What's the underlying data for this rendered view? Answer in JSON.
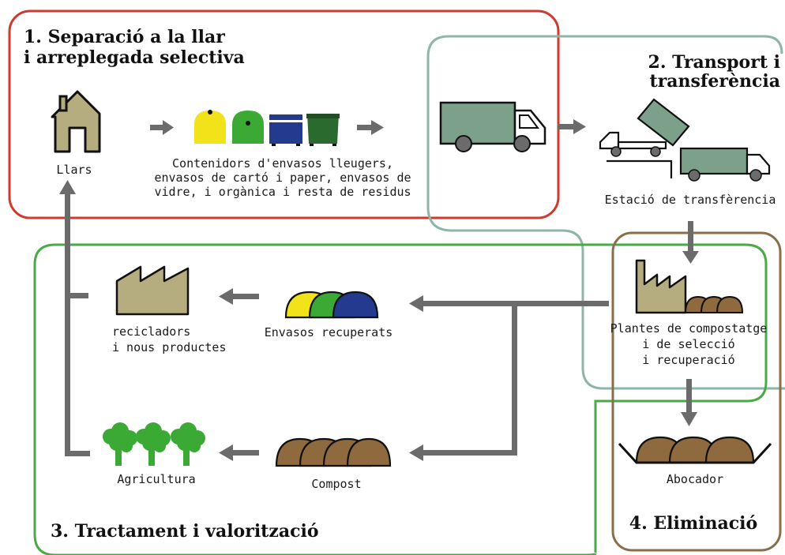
{
  "sections": {
    "s1_line1": "1. Separació a la llar",
    "s1_line2": "i arreplegada selectiva",
    "s2_line1": "2. Transport i",
    "s2_line2": "transferència",
    "s3": "3. Tractament i valorització",
    "s4": "4. Eliminació"
  },
  "labels": {
    "llars": "Llars",
    "containers_line1": "Contenidors d'envasos lleugers,",
    "containers_line2": "envasos de cartó i paper, envasos de",
    "containers_line3": "vidre, i orgànica i resta de residus",
    "transfer_station": "Estació de transfèrencia",
    "plants_line1": "Plantes de compostatge",
    "plants_line2": "i de selecció",
    "plants_line3": "i recuperació",
    "recyclers_line1": "recicladors",
    "recyclers_line2": "i nous productes",
    "recovered_packaging": "Envasos recuperats",
    "agriculture": "Agricultura",
    "compost": "Compost",
    "landfill": "Abocador"
  },
  "colors": {
    "section1": "#d0392b",
    "section2": "#8fb5a6",
    "section3": "#4aaa4a",
    "section4": "#8a6e4b",
    "arrow": "#6b6b6b",
    "truck": "#7da08a",
    "house": "#b5ad80",
    "factory": "#b5ad80",
    "compost": "#8f6a3e",
    "yellow": "#f2e21a",
    "green": "#3aaa35",
    "blue": "#233a8f",
    "dark_green": "#2b6a2f",
    "tree": "#3aaa35"
  },
  "icons": [
    "house-icon",
    "container-yellow-icon",
    "container-green-icon",
    "container-blue-icon",
    "container-dark-green-icon",
    "garbage-truck-icon",
    "tipper-truck-icon",
    "transfer-truck-icon",
    "factory-icon",
    "compost-piles-icon",
    "recycling-factory-icon",
    "recovered-packaging-icon",
    "tree-icon",
    "compost-icon",
    "landfill-icon"
  ]
}
